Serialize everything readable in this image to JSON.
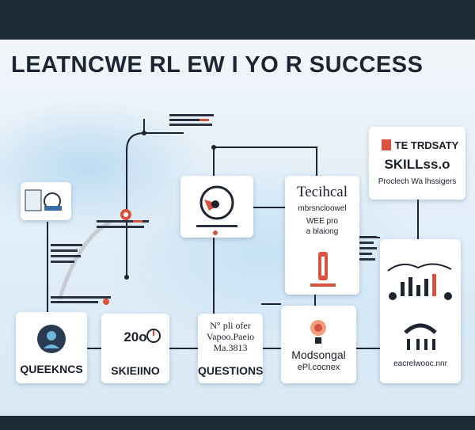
{
  "headline": "LEATNCWE RL EW I YO  R SUCCESS",
  "cards": {
    "queekncs": "QUEEKNCS",
    "skieiino": "SKIEIINO",
    "skieiino_number": "20o",
    "questions": "QUESTIONS",
    "questions_top_1": "N° pli ofer",
    "questions_top_2": "Vapoo.Paeio",
    "questions_top_3": "Ma.3813",
    "modsongal_1": "Modsongal",
    "modsongal_2": "ePl.cocnex",
    "right_bottom": "eacrelwooc.nnr",
    "technical_1": "Tecihcal",
    "technical_2": "mbrsncloowel",
    "technical_3": "WEE pro",
    "technical_4": "a blaiong",
    "ts_1": "TE TRDSATY",
    "ts_2": "SKILLss.o",
    "ts_3": "Proclech Wa lhssigers"
  },
  "colors": {
    "accent_red": "#d8533f",
    "dark_navy": "#1f2a38",
    "wire": "#1e2430",
    "card_bg": "#ffffff"
  },
  "icons": [
    "person-circle-icon",
    "bar-graph-icon",
    "red-bulb-icon",
    "record-disc-icon",
    "red-tube-icon",
    "bar-chart-icon",
    "gauge-icon",
    "red-badge-icon",
    "monitor-icon"
  ]
}
